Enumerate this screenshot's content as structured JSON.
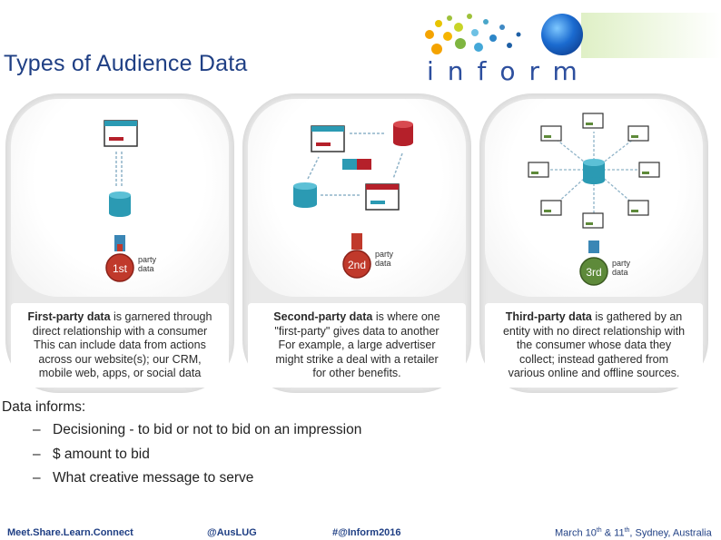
{
  "slide": {
    "title": "Types of Audience Data"
  },
  "logo": {
    "word": "inform"
  },
  "panels": [
    {
      "badge": "1st",
      "badge_label_1": "party",
      "badge_label_2": "data",
      "bold": "First-party data",
      "text_1": " is garnered through",
      "text_2": "direct relationship with a consumer",
      "text_3": "This can include data from actions",
      "text_4": "across our website(s); our CRM,",
      "text_5": "mobile web, apps, or social data"
    },
    {
      "badge": "2nd",
      "badge_label_1": "party",
      "badge_label_2": "data",
      "bold": "Second-party data",
      "text_1": " is where one",
      "text_2": "\"first-party\" gives data to another",
      "text_3": "For example, a large advertiser",
      "text_4": "might strike a deal with a retailer",
      "text_5": "for other benefits."
    },
    {
      "badge": "3rd",
      "badge_label_1": "party",
      "badge_label_2": "data",
      "bold": "Third-party data",
      "text_1": " is gathered by an",
      "text_2": "entity with no direct relationship with",
      "text_3": "the consumer whose data they",
      "text_4": "collect; instead gathered from",
      "text_5": "various online and offline sources."
    }
  ],
  "body": {
    "intro": "Data informs:",
    "dash": "–",
    "bullets": [
      "Decisioning -  to bid or not to bid on an impression",
      "$ amount to bid",
      "What creative message to serve"
    ]
  },
  "footer": {
    "tagline": "Meet.Share.Learn.Connect",
    "handle": "@AusLUG",
    "hashtag": "#@Inform2016",
    "date_prefix": "March 10",
    "date_sup_1": "th",
    "date_mid": " & 11",
    "date_sup_2": "th",
    "date_suffix": ", Sydney, Australia"
  },
  "colors": {
    "title_blue": "#1f3f84",
    "db_teal": "#2b9ab3",
    "db_red": "#b5202a",
    "badge_red": "#c0392b",
    "badge_green": "#5e8a3a",
    "ribbon_teal": "#3a86b5"
  }
}
